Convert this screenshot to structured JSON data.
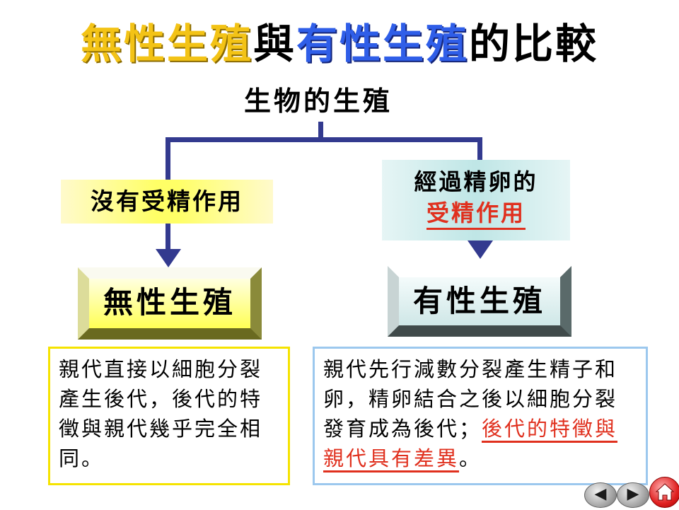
{
  "title": {
    "asexual": "無性生殖",
    "connector": "與",
    "sexual": "有性生殖",
    "suffix": "的比較"
  },
  "root": "生物的生殖",
  "left": {
    "condition": "沒有受精作用",
    "type": "無性生殖",
    "description": "親代直接以細胞分裂產生後代，後代的特徵與親代幾乎完全相同。"
  },
  "right": {
    "condition_line1": "經過精卵的",
    "condition_line2": "受精作用",
    "type": "有性生殖",
    "description_main": "親代先行減數分裂產生精子和卵，精卵結合之後以細胞分裂發育成為後代；",
    "description_highlight": "後代的特徵與親代具有差異",
    "description_end": "。"
  },
  "nav": {
    "prev_icon": "◀",
    "next_icon": "▶",
    "home_icon": "home-icon"
  },
  "colors": {
    "line": "#333a8f",
    "asexual_title": "#f3c316",
    "sexual_title": "#2f5ee8",
    "highlight": "#e0301e"
  }
}
